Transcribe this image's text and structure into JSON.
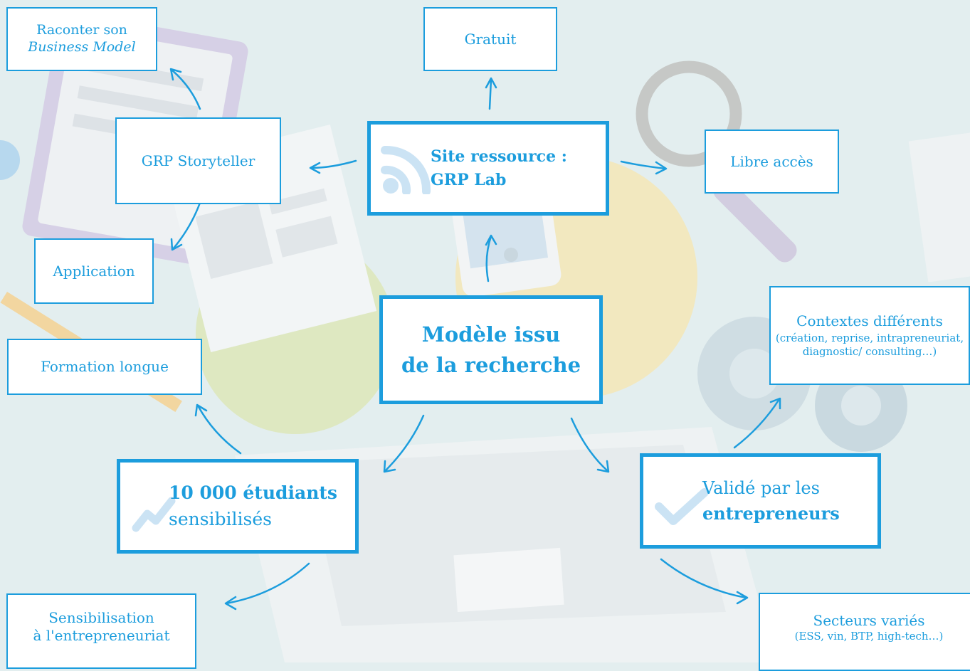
{
  "colors": {
    "accent": "#1c9ddd",
    "background": "#e3eeef",
    "box_fill": "#ffffff"
  },
  "center": {
    "line1": "Modèle issu",
    "line2": "de la recherche"
  },
  "site": {
    "line1": "Site ressource :",
    "line2": "GRP Lab",
    "icon": "rss-icon"
  },
  "gratuit": "Gratuit",
  "libre": "Libre accès",
  "storyteller": "GRP Storyteller",
  "raconter": {
    "line1": "Raconter son",
    "line2": "Business Model"
  },
  "application": "Application",
  "formation": "Formation longue",
  "students": {
    "number": "10 000 étudiants",
    "text": "sensibilisés",
    "icon": "trend-icon"
  },
  "sensibilisation": {
    "line1": "Sensibilisation",
    "line2": "à l'entrepreneuriat"
  },
  "valide": {
    "line1": "Validé par les",
    "line2": "entrepreneurs",
    "icon": "checkmark-icon"
  },
  "contextes": {
    "title": "Contextes différents",
    "detail": "(création, reprise, intrapreneuriat, diagnostic/ consulting…)"
  },
  "secteurs": {
    "title": "Secteurs variés",
    "detail": "(ESS, vin, BTP, high-tech…)"
  }
}
